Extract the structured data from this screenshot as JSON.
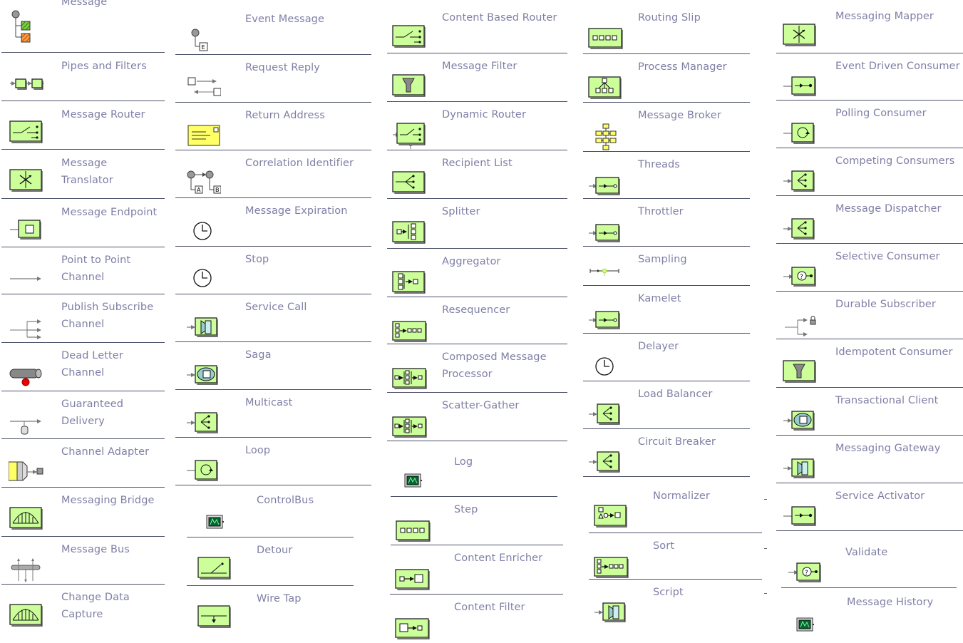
{
  "colors": {
    "label": "#7f7fa6",
    "divider": "#4d5168",
    "green": "#ccff99",
    "border": "#222222",
    "arrow": "#777777"
  },
  "columns": [
    {
      "items": [
        {
          "label": "Message",
          "icon": "message-icon"
        },
        {
          "label": "Pipes and Filters",
          "icon": "pipes-filters-icon"
        },
        {
          "label": "Message Router",
          "icon": "router-icon"
        },
        {
          "label": "Message Translator",
          "icon": "translator-icon"
        },
        {
          "label": "Message Endpoint",
          "icon": "endpoint-icon"
        },
        {
          "label": "Point to Point Channel",
          "icon": "p2p-channel-icon"
        },
        {
          "label": "Publish Subscribe Channel",
          "icon": "pubsub-channel-icon"
        },
        {
          "label": "Dead Letter Channel",
          "icon": "dead-letter-icon"
        },
        {
          "label": "Guaranteed Delivery",
          "icon": "guaranteed-delivery-icon"
        },
        {
          "label": "Channel Adapter",
          "icon": "channel-adapter-icon"
        },
        {
          "label": "Messaging Bridge",
          "icon": "bridge-icon"
        },
        {
          "label": "Message Bus",
          "icon": "message-bus-icon"
        },
        {
          "label": "Change Data Capture",
          "icon": "bridge-icon"
        }
      ]
    },
    {
      "items": [
        {
          "label": "Event Message",
          "icon": "event-message-icon"
        },
        {
          "label": "Request Reply",
          "icon": "request-reply-icon"
        },
        {
          "label": "Return Address",
          "icon": "return-address-icon"
        },
        {
          "label": "Correlation Identifier",
          "icon": "correlation-icon"
        },
        {
          "label": "Message Expiration",
          "icon": "clock-icon"
        },
        {
          "label": "Stop",
          "icon": "clock-icon"
        },
        {
          "label": "Service Call",
          "icon": "gateway-icon"
        },
        {
          "label": "Saga",
          "icon": "transactional-icon"
        },
        {
          "label": "Multicast",
          "icon": "dispatcher-icon"
        },
        {
          "label": "Loop",
          "icon": "polling-icon"
        },
        {
          "label": "ControlBus",
          "icon": "monitor-icon"
        },
        {
          "label": "Detour",
          "icon": "detour-icon"
        },
        {
          "label": "Wire Tap",
          "icon": "wiretap-icon"
        }
      ]
    },
    {
      "items": [
        {
          "label": "Content Based Router",
          "icon": "router-icon"
        },
        {
          "label": "Message Filter",
          "icon": "filter-icon"
        },
        {
          "label": "Dynamic Router",
          "icon": "dynamic-router-icon"
        },
        {
          "label": "Recipient List",
          "icon": "recipient-list-icon"
        },
        {
          "label": "Splitter",
          "icon": "splitter-icon"
        },
        {
          "label": "Aggregator",
          "icon": "aggregator-icon"
        },
        {
          "label": "Resequencer",
          "icon": "resequencer-icon"
        },
        {
          "label": "Composed Message Processor",
          "icon": "composed-processor-icon"
        },
        {
          "label": "Scatter-Gather",
          "icon": "composed-processor-icon"
        },
        {
          "label": "Log",
          "icon": "monitor-icon"
        },
        {
          "label": "Step",
          "icon": "routing-slip-icon"
        },
        {
          "label": "Content Enricher",
          "icon": "enricher-icon"
        },
        {
          "label": "Content Filter",
          "icon": "content-filter-icon"
        }
      ]
    },
    {
      "items": [
        {
          "label": "Routing Slip",
          "icon": "routing-slip-icon"
        },
        {
          "label": "Process Manager",
          "icon": "process-manager-icon"
        },
        {
          "label": "Message Broker",
          "icon": "broker-icon"
        },
        {
          "label": "Threads",
          "icon": "threads-icon"
        },
        {
          "label": "Throttler",
          "icon": "threads-icon"
        },
        {
          "label": "Sampling",
          "icon": "sampling-icon"
        },
        {
          "label": "Kamelet",
          "icon": "threads-icon"
        },
        {
          "label": "Delayer",
          "icon": "clock-icon"
        },
        {
          "label": "Load Balancer",
          "icon": "dispatcher-icon"
        },
        {
          "label": "Circuit Breaker",
          "icon": "dispatcher-icon"
        },
        {
          "label": "Normalizer",
          "icon": "normalizer-icon"
        },
        {
          "label": "Sort",
          "icon": "resequencer-icon"
        },
        {
          "label": "Script",
          "icon": "gateway-icon"
        }
      ]
    },
    {
      "items": [
        {
          "label": "Messaging Mapper",
          "icon": "translator-icon"
        },
        {
          "label": "Event Driven Consumer",
          "icon": "event-driven-icon"
        },
        {
          "label": "Polling Consumer",
          "icon": "polling-icon"
        },
        {
          "label": "Competing Consumers",
          "icon": "dispatcher-icon"
        },
        {
          "label": "Message Dispatcher",
          "icon": "dispatcher-icon"
        },
        {
          "label": "Selective Consumer",
          "icon": "selective-icon"
        },
        {
          "label": "Durable Subscriber",
          "icon": "durable-icon"
        },
        {
          "label": "Idempotent Consumer",
          "icon": "filter-icon"
        },
        {
          "label": "Transactional Client",
          "icon": "transactional-icon"
        },
        {
          "label": "Messaging Gateway",
          "icon": "gateway-icon"
        },
        {
          "label": "Service Activator",
          "icon": "event-driven-icon"
        },
        {
          "label": "Validate",
          "icon": "selective-icon"
        },
        {
          "label": "Message History",
          "icon": "monitor-icon"
        }
      ]
    }
  ]
}
